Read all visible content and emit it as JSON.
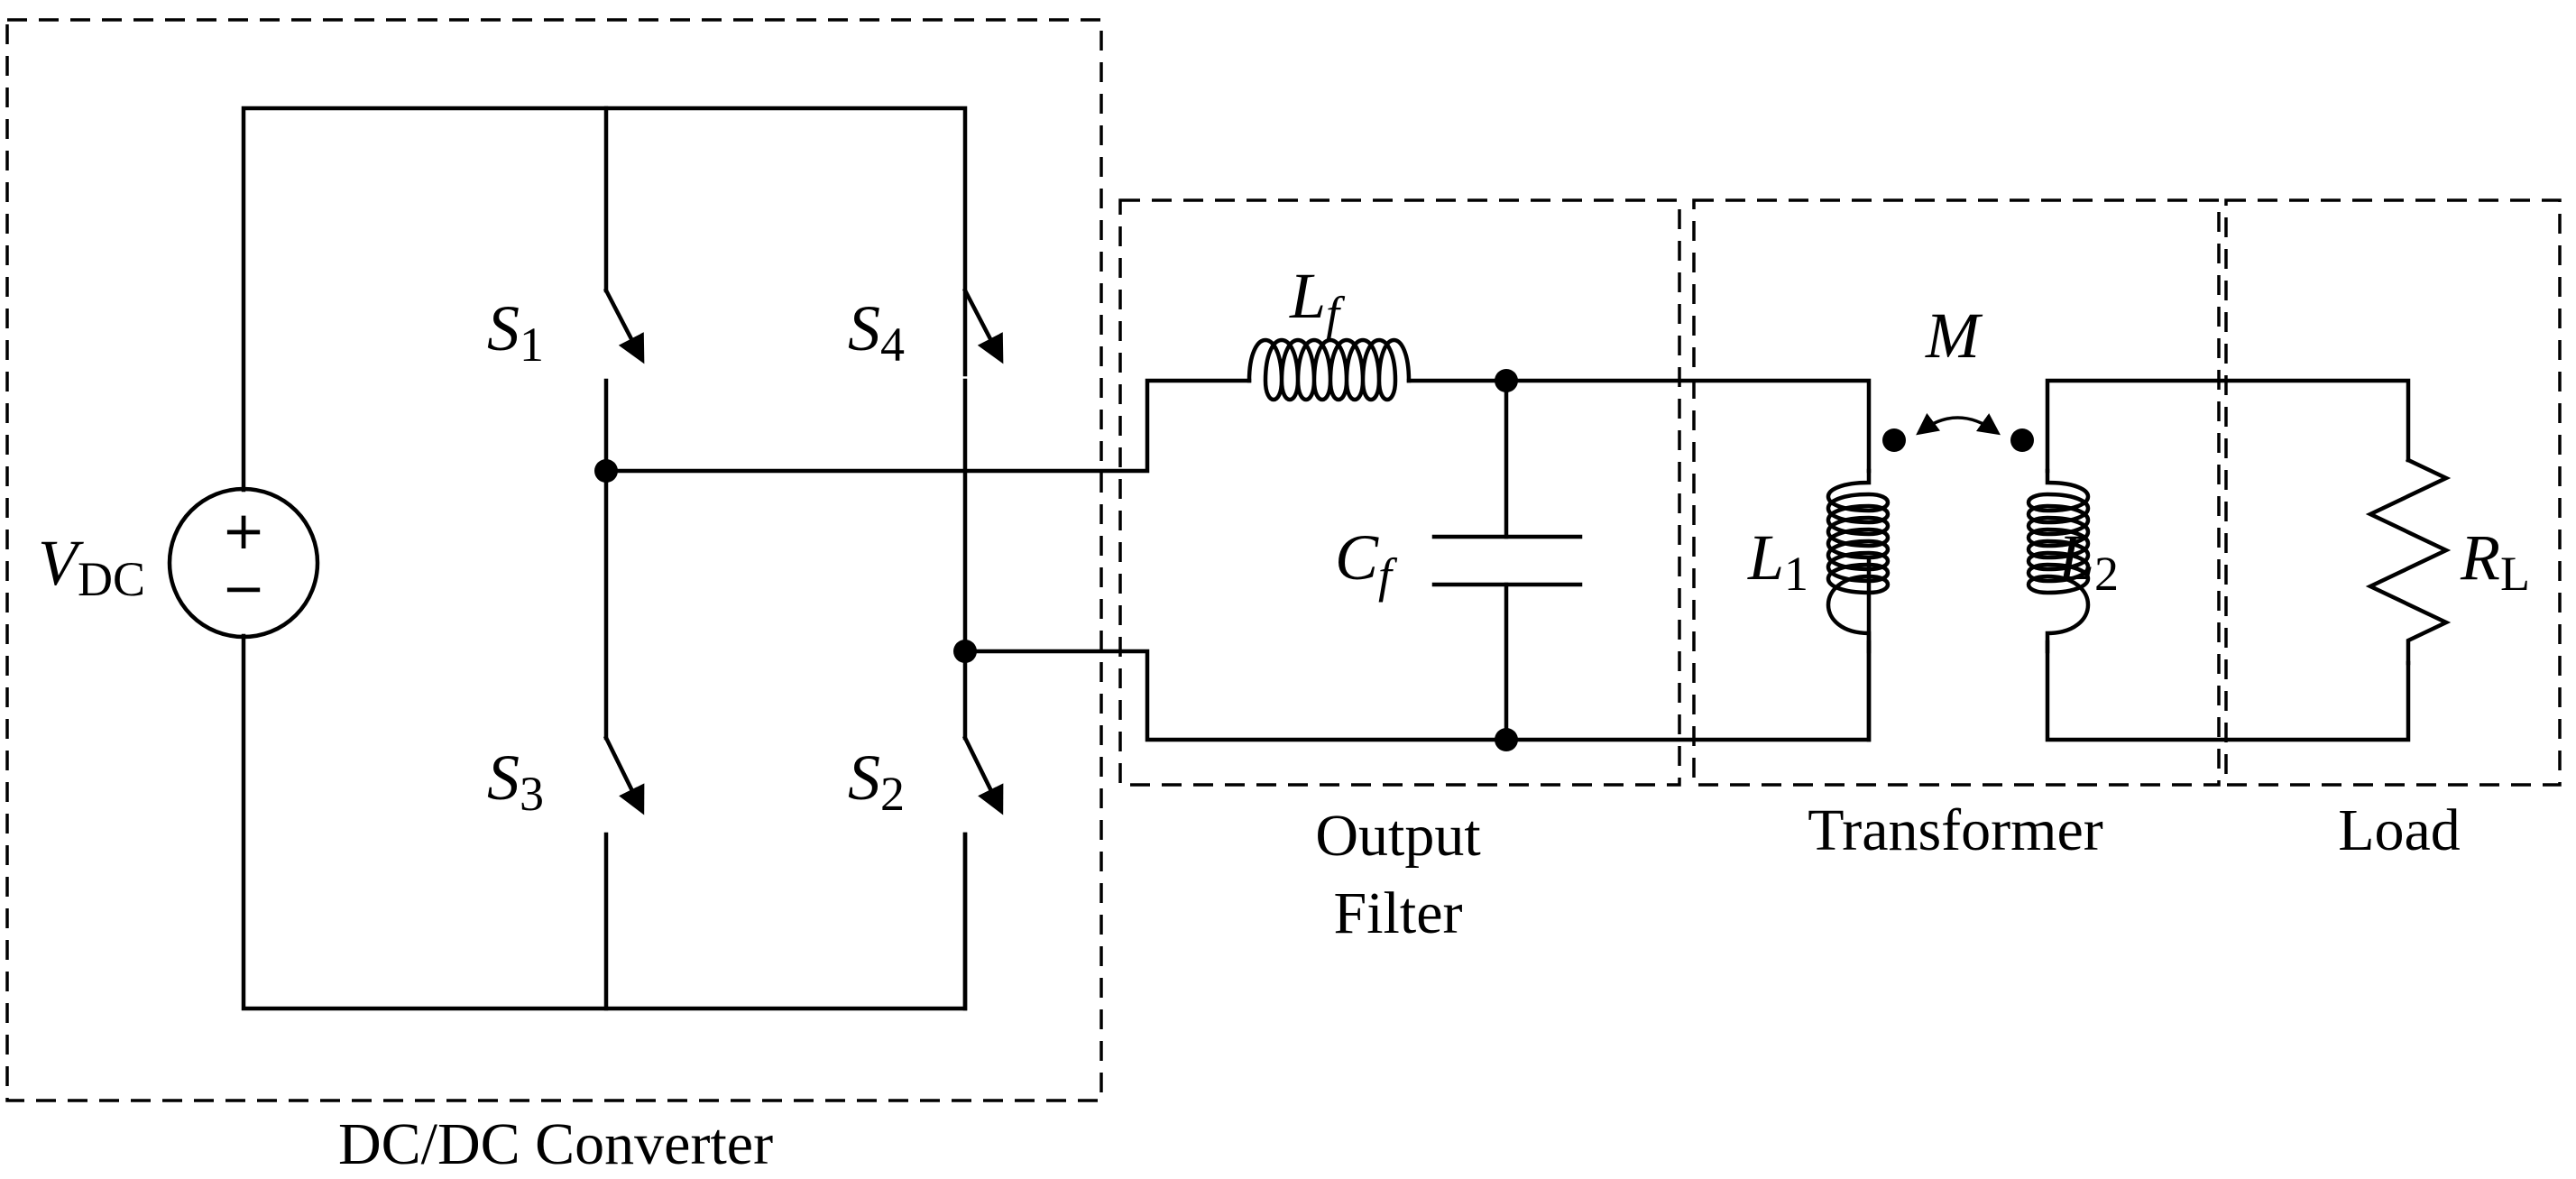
{
  "blocks": {
    "converter": "DC/DC Converter",
    "filter_line1": "Output",
    "filter_line2": "Filter",
    "transformer": "Transformer",
    "load": "Load"
  },
  "components": {
    "source": {
      "symbol": "V",
      "subscript": "DC",
      "plus": "+",
      "minus": "−"
    },
    "s1": {
      "symbol": "S",
      "subscript": "1"
    },
    "s2": {
      "symbol": "S",
      "subscript": "2"
    },
    "s3": {
      "symbol": "S",
      "subscript": "3"
    },
    "s4": {
      "symbol": "S",
      "subscript": "4"
    },
    "lf": {
      "symbol": "L",
      "subscript": "f"
    },
    "cf": {
      "symbol": "C",
      "subscript": "f"
    },
    "l1": {
      "symbol": "L",
      "subscript": "1"
    },
    "l2": {
      "symbol": "L",
      "subscript": "2"
    },
    "m": {
      "symbol": "M"
    },
    "rl": {
      "symbol": "R",
      "subscript": "L"
    }
  }
}
